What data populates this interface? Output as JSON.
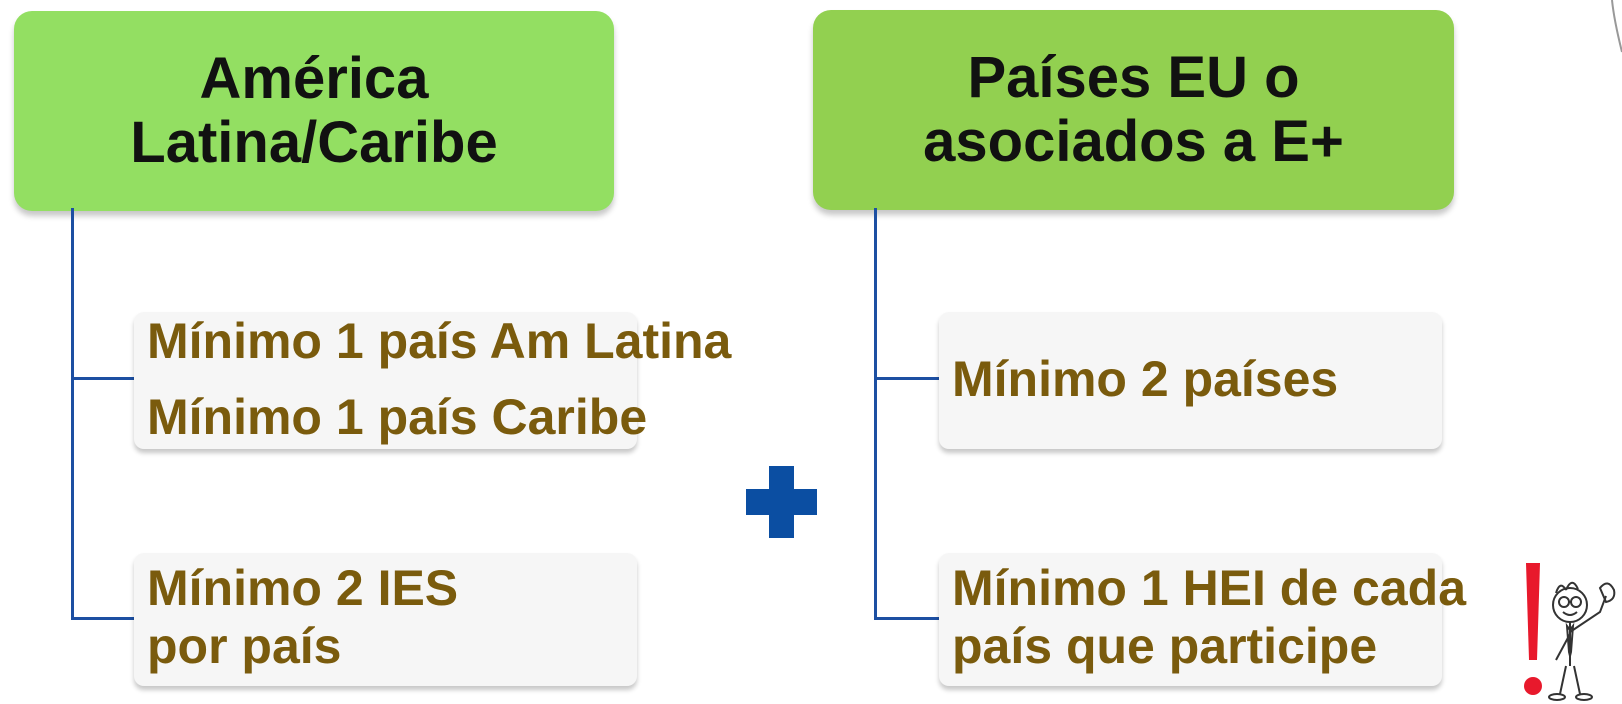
{
  "left_column": {
    "header": {
      "line1": "América",
      "line2": "Latina/Caribe",
      "color": "#93df62"
    },
    "items": [
      {
        "line1": "Mínimo 1 país Am Latina",
        "line2": "Mínimo 1 país Caribe"
      },
      {
        "line1": "Mínimo 2 IES",
        "line2": "por país"
      }
    ]
  },
  "right_column": {
    "header": {
      "line1": "Países EU o",
      "line2": "asociados a E+",
      "color": "#92d050"
    },
    "items": [
      {
        "line1": "Mínimo 2 países"
      },
      {
        "line1": "Mínimo 1 HEI de cada",
        "line2": "país que participe"
      }
    ]
  },
  "operator": {
    "icon": "plus-icon",
    "color": "#0b4ea2"
  },
  "decoration": {
    "icon": "exclamation-figure-icon",
    "accent_color": "#e8192c"
  },
  "colors": {
    "connector": "#1c4fa2",
    "item_text": "#7a5b0d",
    "item_bg": "#f6f6f6"
  }
}
